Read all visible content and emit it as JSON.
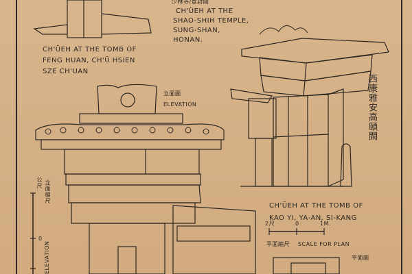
{
  "header": {
    "temple_cn": "少林寺/登封闕",
    "temple_line1": "CH'ÜEH AT THE",
    "temple_line2": "SHAO-SHIH TEMPLE,",
    "temple_line3": "SUNG-SHAN,",
    "temple_line4": "HONAN."
  },
  "left_caption": {
    "line1": "CH'ÜEH AT THE TOMB OF",
    "line2": "FENG HUAN, CH'Ü HSIEN",
    "line3": "SZE CH'UAN"
  },
  "elevation_label": {
    "cn": "立面圖",
    "en": "ELEVATION"
  },
  "right_cn_title": "西康雅安高頤闕",
  "scale_left": {
    "cn_top": "公尺",
    "cn_mid": "立面縮尺",
    "zero": "0",
    "elev": "ELEVATION"
  },
  "right_caption": {
    "line1": "CH'ÜEH AT THE TOMB OF",
    "line2": "KAO YI, YA-AN, SI-KANG"
  },
  "plan_scale": {
    "ticks": [
      "2尺",
      "0",
      "1M."
    ],
    "cn": "平面縮尺",
    "en": "SCALE FOR PLAN"
  },
  "plan_label": "平面圖"
}
